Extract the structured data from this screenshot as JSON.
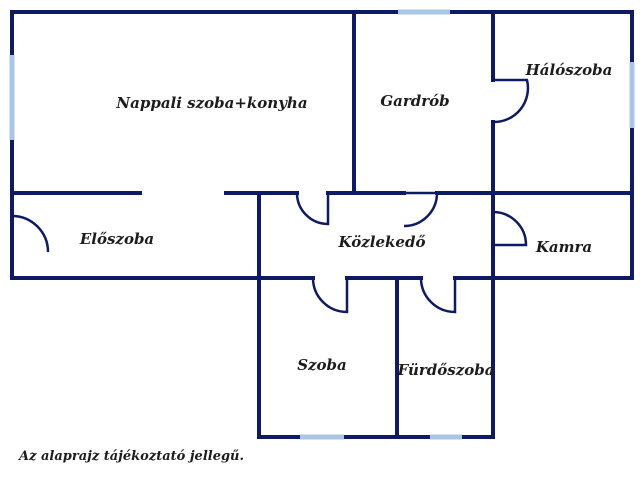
{
  "rooms": {
    "nappali": "Nappali szoba+konyha",
    "gardrob": "Gardrób",
    "haloszoba": "Hálószoba",
    "eloszoba": "Előszoba",
    "kozlekedo": "Közlekedő",
    "kamra": "Kamra",
    "szoba": "Szoba",
    "furdoszoba": "Fürdőszoba"
  },
  "note": "Az alaprajz tájékoztató jellegű.",
  "colors": {
    "wall": "#0e1b63",
    "window": "#a9c7e4",
    "text": "#1c1c1c"
  }
}
